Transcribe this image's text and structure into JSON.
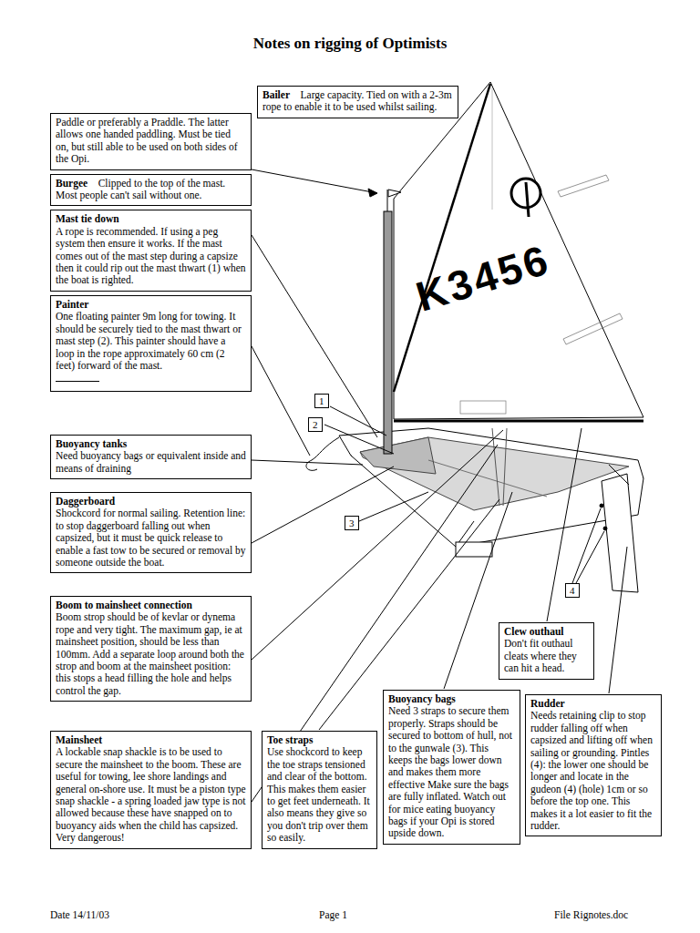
{
  "diagram": {
    "title": "Notes on rigging of Optimists",
    "nodes": [
      {
        "text": [
          "Paddle or preferably a Praddle. The latter allows one handed paddling. Must be tied on, but still able to be used on both sides of the Opi."
        ]
      },
      {
        "text": [
          "Bailer",
          "Large capacity. Tied on with a 2-3m rope to enable it to be used whilst sailing."
        ]
      },
      {
        "text": [
          "Burgee",
          "Clipped to the top of the mast. Most people can't sail without one."
        ]
      },
      {
        "text": [
          "Mast tie down",
          "A rope is recommended. If using a peg system then ensure it works. If the mast comes out of the mast step during a capsize then it could rip out the mast thwart (1) when the boat is righted."
        ]
      },
      {
        "text": [
          "Painter",
          "One floating painter 9m long for towing. It should be securely tied to the mast thwart or mast step (2). This painter should have a loop in the rope approximately 60 cm (2 feet) forward of the mast."
        ]
      },
      {
        "text": [
          "Buoyancy tanks",
          "Need buoyancy bags or equivalent inside and means of draining"
        ]
      },
      {
        "text": [
          "Daggerboard",
          "Shockcord for normal sailing. Retention line: to stop daggerboard falling out when capsized, but it must be quick release to enable a fast tow to be secured or removal by someone outside the boat."
        ]
      },
      {
        "text": [
          "Boom to mainsheet connection",
          "Boom strop should be of kevlar or dynema rope and very tight. The maximum gap, ie at mainsheet position, should be less than 100mm. Add a separate loop around both the strop and boom at the mainsheet position: this stops a head filling the hole and helps control the gap."
        ]
      },
      {
        "text": [
          "Mainsheet",
          "A lockable snap shackle is to be used to secure the mainsheet to the boom. These are useful for towing, lee shore landings and general on-shore use. It must be a piston type snap shackle - a spring loaded jaw type is not allowed because these have snapped on to buoyancy aids when the child has capsized. Very dangerous!"
        ]
      },
      {
        "text": [
          "Toe straps",
          "Use shockcord to keep the toe straps tensioned and clear of the bottom. This makes them easier to get feet underneath. It also means they give so you don't trip over them so easily."
        ]
      },
      {
        "text": [
          "Buoyancy bags",
          "Need 3 straps to secure them properly. Straps should be secured to bottom of hull, not to the gunwale (3). This keeps the bags lower down and makes them more effective Make sure the bags are fully inflated. Watch out for mice eating buoyancy bags if your Opi is stored upside down."
        ]
      },
      {
        "text": [
          "Rudder",
          "Needs retaining clip to stop rudder falling off when capsized and lifting off when sailing or grounding. Pintles (4): the lower one should be longer and locate in the gudeon (4) (hole) 1cm or so before the top one. This makes it a lot easier to fit the rudder."
        ]
      },
      {
        "text": [
          "Clew outhaul",
          "Don't fit outhaul cleats where they can hit a head."
        ]
      }
    ],
    "labels": [
      "1",
      "2",
      "3",
      "4",
      "K3456",
      "Date 14/11/03",
      "Page 1",
      "File Rignotes.doc"
    ]
  }
}
